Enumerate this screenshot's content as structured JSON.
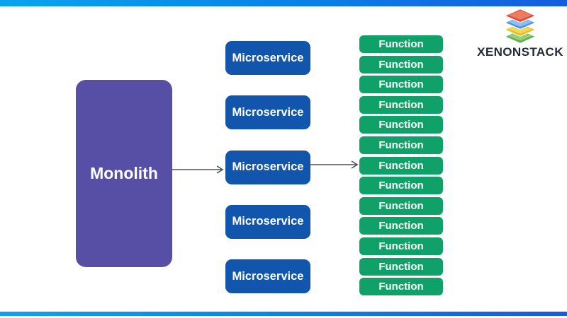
{
  "brand": {
    "name": "XENONSTACK",
    "logo_layers": [
      "red-layer",
      "blue-layer",
      "yellow-layer",
      "green-layer"
    ]
  },
  "monolith": {
    "label": "Monolith"
  },
  "microservices": {
    "items": [
      "Microservice",
      "Microservice",
      "Microservice",
      "Microservice",
      "Microservice"
    ]
  },
  "functions": {
    "items": [
      "Function",
      "Function",
      "Function",
      "Function",
      "Function",
      "Function",
      "Function",
      "Function",
      "Function",
      "Function",
      "Function",
      "Function",
      "Function"
    ]
  },
  "colors": {
    "monolith": "#574FA5",
    "microservice": "#1156AC",
    "function": "#10A169",
    "bar_start": "#0BA4EC",
    "bar_end": "#155CDF",
    "arrow": "#4E5258",
    "box_text": "#FFFFFF",
    "brand_text": "#232B3A",
    "logo_red": "#DC4A31",
    "logo_red_light": "#EC7D63",
    "logo_blue": "#4A95E2",
    "logo_blue_light": "#8FBEEF",
    "logo_yellow": "#E9BD1C",
    "logo_yellow_light": "#F3D758",
    "logo_green": "#57B243",
    "logo_green_light": "#95CF7B"
  }
}
